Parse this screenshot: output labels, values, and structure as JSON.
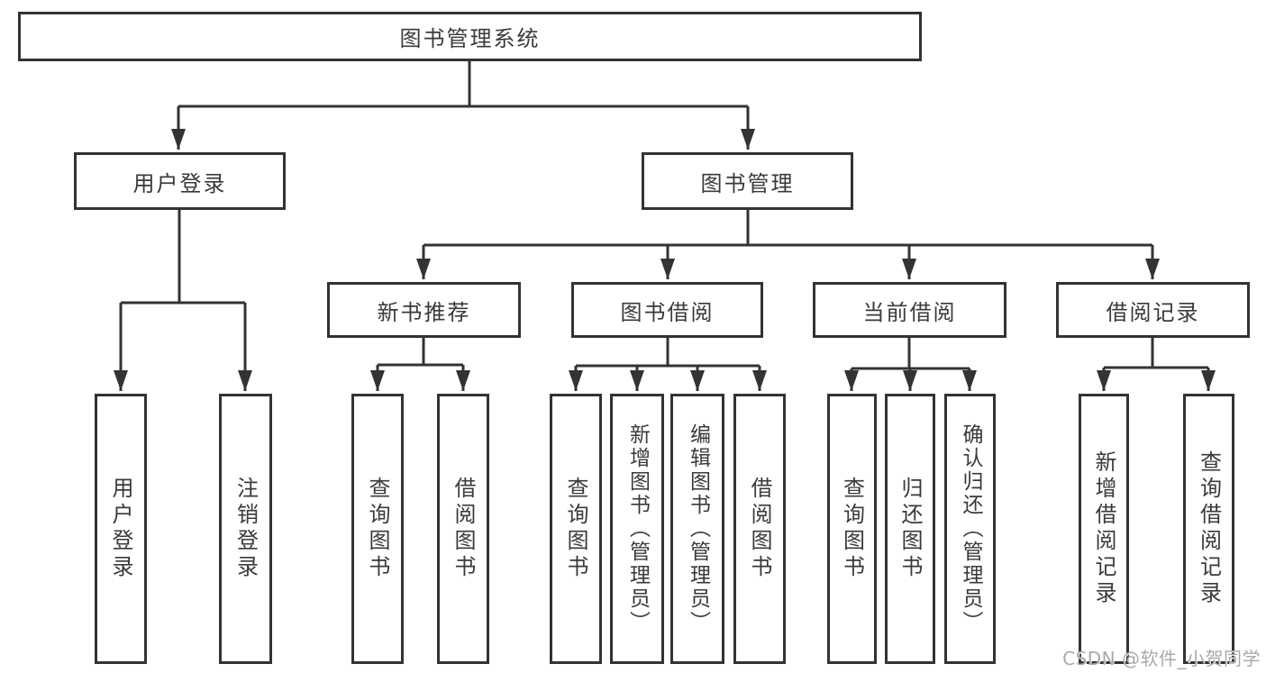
{
  "diagram": {
    "root_label": "图书管理系统",
    "level2": [
      {
        "label": "用户登录",
        "children": [
          {
            "label": "用户登录"
          },
          {
            "label": "注销登录"
          }
        ]
      },
      {
        "label": "图书管理",
        "children": [
          {
            "label": "新书推荐",
            "children": [
              {
                "label": "查询图书"
              },
              {
                "label": "借阅图书"
              }
            ]
          },
          {
            "label": "图书借阅",
            "children": [
              {
                "label": "查询图书"
              },
              {
                "label": "新增图书（管理员）"
              },
              {
                "label": "编辑图书（管理员）"
              },
              {
                "label": "借阅图书"
              }
            ]
          },
          {
            "label": "当前借阅",
            "children": [
              {
                "label": "查询图书"
              },
              {
                "label": "归还图书"
              },
              {
                "label": "确认归还（管理员）"
              }
            ]
          },
          {
            "label": "借阅记录",
            "children": [
              {
                "label": "新增借阅记录"
              },
              {
                "label": "查询借阅记录"
              }
            ]
          }
        ]
      }
    ]
  },
  "watermark": {
    "text": "CSDN @软件_小贺同学"
  },
  "colors": {
    "line": "#333333",
    "box_border": "#333333",
    "box_fill": "#ffffff",
    "text": "#3a3a3a",
    "watermark": "#a9a9a9",
    "background": "#ffffff"
  }
}
